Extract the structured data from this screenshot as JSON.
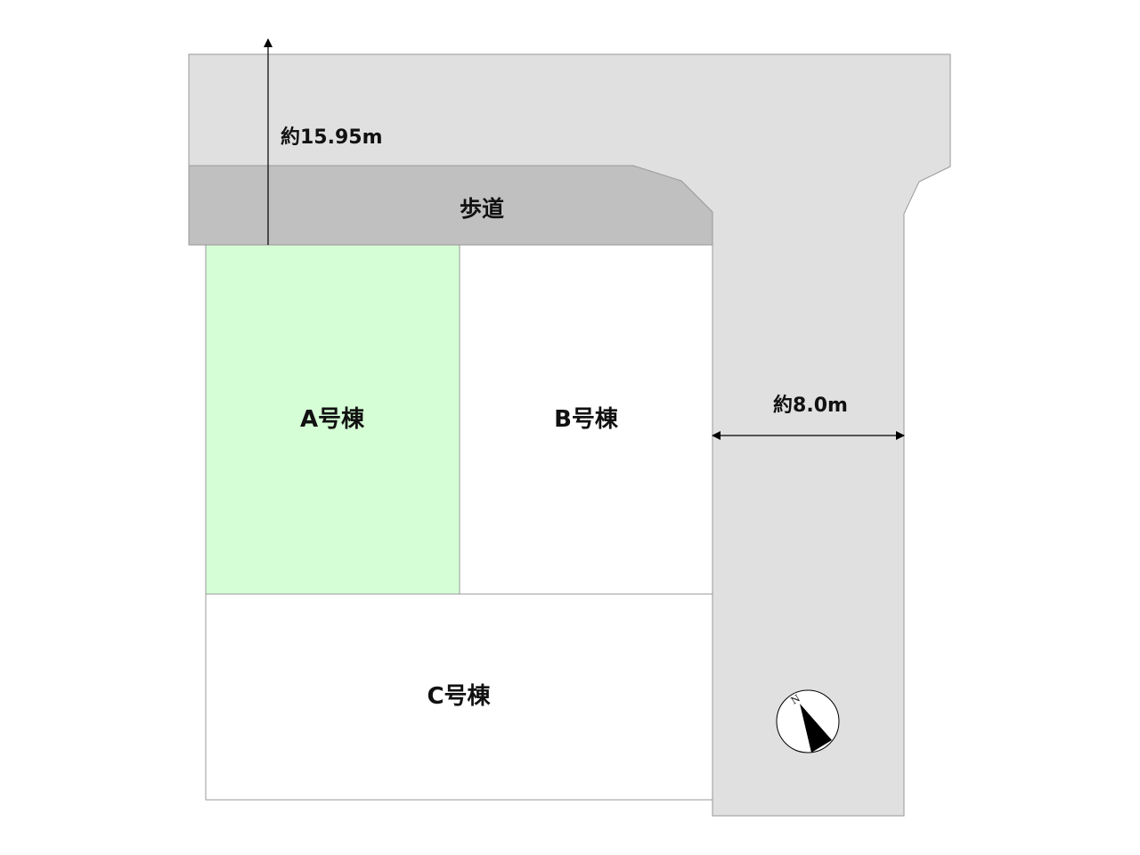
{
  "plan": {
    "sidewalk_label": "歩道",
    "lots": {
      "a": {
        "label": "A号棟",
        "highlighted": true
      },
      "b": {
        "label": "B号棟",
        "highlighted": false
      },
      "c": {
        "label": "C号棟",
        "highlighted": false
      }
    },
    "dimensions": {
      "road_north": "約15.95m",
      "road_east": "約8.0m"
    },
    "compass": {
      "north_letter": "N",
      "icon": "north-arrow-icon"
    }
  },
  "colors": {
    "road": "#e0e0e0",
    "sidewalk": "#c0c0c0",
    "lot_highlight": "#d6fed6",
    "lot_plain": "#ffffff",
    "outline": "#999999",
    "ink": "#000000"
  }
}
